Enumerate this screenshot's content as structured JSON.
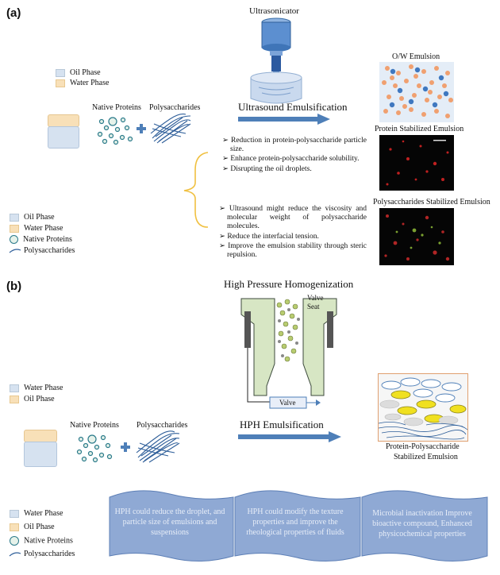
{
  "panel_a": {
    "label": "(a)",
    "device_label": "Ultrasonicator",
    "process_label": "Ultrasound Emulsification",
    "legend_top": {
      "oil": "Oil Phase",
      "water": "Water Phase"
    },
    "native_proteins": "Native Proteins",
    "polysaccharides": "Polysaccharides",
    "emulsion_ow": "O/W Emulsion",
    "emulsion_protein": "Protein Stabilized  Emulsion",
    "emulsion_poly": "Polysaccharides Stabilized Emulsion",
    "bullets_1": [
      "Reduction in protein-polysaccharide particle size.",
      "Enhance protein-polysaccharide solubility.",
      "Disrupting the oil droplets."
    ],
    "bullets_2": [
      "Ultrasound might reduce the viscosity and molecular weight of polysaccharide molecules.",
      "Reduce the interfacial tension.",
      "Improve the emulsion stability through steric repulsion."
    ],
    "legend_bottom": {
      "oil": "Oil Phase",
      "water": "Water Phase",
      "proteins": "Native Proteins",
      "poly": "Polysaccharides"
    }
  },
  "panel_b": {
    "label": "(b)",
    "device_label": "High Pressure Homogenization",
    "valve_seat": "Valve Seat",
    "valve": "Valve",
    "process_label": "HPH Emulsification",
    "legend_top": {
      "water": "Water Phase",
      "oil": "Oil Phase"
    },
    "native_proteins": "Native Proteins",
    "polysaccharides": "Polysaccharides",
    "result_line1": "Protein-Polysaccharide",
    "result_line2": "Stabilized  Emulsion",
    "band": [
      "HPH could reduce the droplet, and particle size of emulsions and suspensions",
      "HPH could modify the texture properties and improve the rheological properties of fluids",
      "Microbial inactivation Improve bioactive compound, Enhanced physicochemical properties"
    ],
    "legend_bottom": {
      "water": "Water Phase",
      "oil": "Oil Phase",
      "proteins": "Native Proteins",
      "poly": "Polysaccharides"
    }
  },
  "colors": {
    "water": "#d6e2f0",
    "oil": "#f8e0b8",
    "arrow": "#4e7fb8",
    "band": "#8fa9d4",
    "teal": "#2a7a8a"
  }
}
